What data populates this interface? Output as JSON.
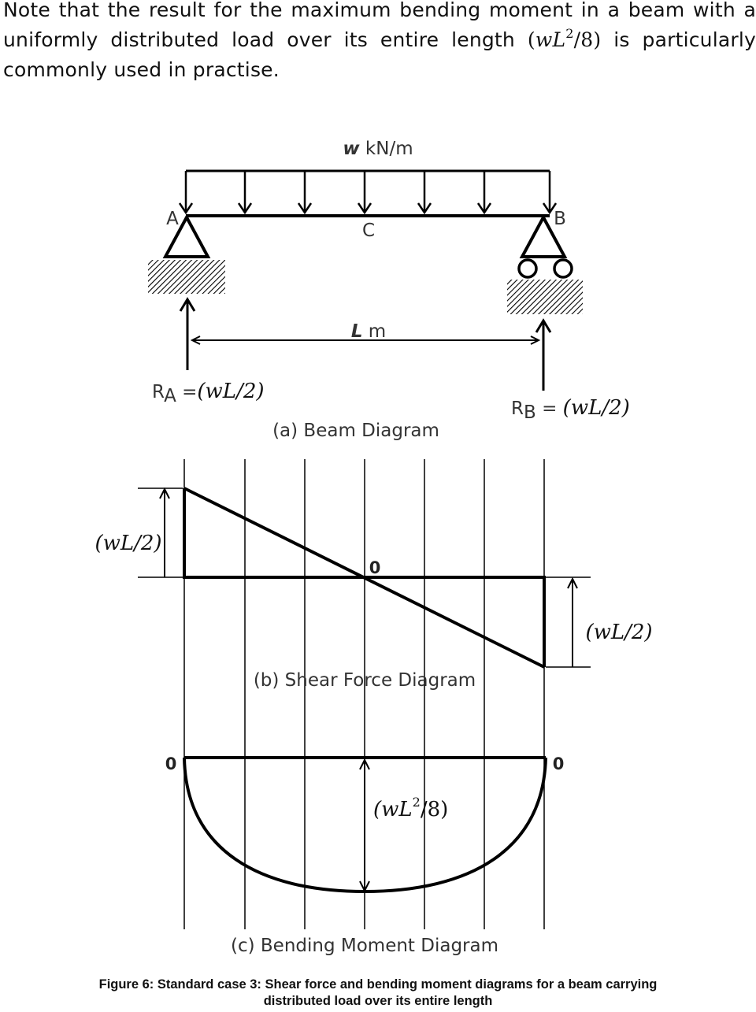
{
  "intro": {
    "part1": "Note that the result for the maximum bending moment in a beam with a uniformly distributed load over its entire length ",
    "formula_open": "(",
    "formula_w": "w",
    "formula_L": "L",
    "formula_exp": "2",
    "formula_rest": "/8)",
    "part2": " is particularly commonly used in practise."
  },
  "beam_diagram": {
    "load_symbol": "w",
    "load_unit": " kN/m",
    "point_a": "A",
    "point_b": "B",
    "point_c": "C",
    "span_symbol": "L",
    "span_unit": " m",
    "ra_prefix": "R",
    "ra_sub": "A",
    "ra_eq": " =",
    "ra_value": "(wL/2)",
    "rb_prefix": "R",
    "rb_sub": "B",
    "rb_eq": " = ",
    "rb_value": "(wL/2)",
    "caption": "(a) Beam Diagram"
  },
  "shear_diagram": {
    "left_value": "(wL/2)",
    "right_value": "(wL/2)",
    "zero": "0",
    "caption": "(b) Shear Force Diagram"
  },
  "moment_diagram": {
    "left_zero": "0",
    "right_zero": "0",
    "max_open": "(wL",
    "max_exp": "2",
    "max_close": "/8)",
    "caption": "(c) Bending Moment Diagram"
  },
  "figure_caption": {
    "line1": "Figure 6: Standard case 3: Shear force and bending moment diagrams for a beam carrying",
    "line2": "distributed load over its entire length"
  }
}
